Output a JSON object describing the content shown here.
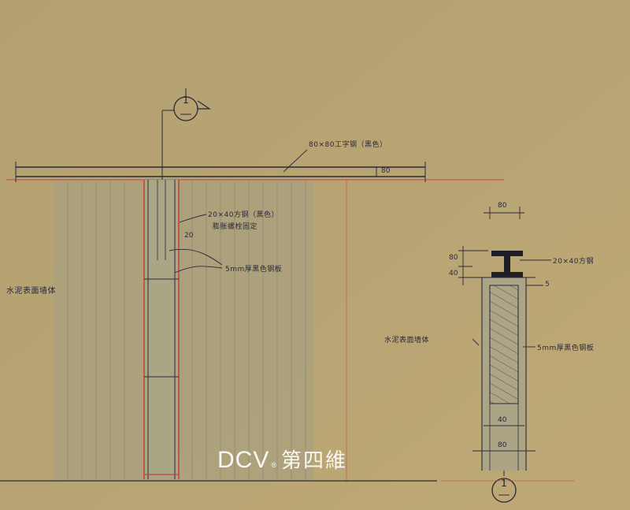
{
  "elevation": {
    "beam_note": "80×80工字钢（黑色）",
    "beam_dim": "80",
    "tube_note_line1": "20×40方钢（黑色）",
    "tube_note_line2": "膨胀螺栓固定",
    "gap_dim": "20",
    "plate_note": "5mm厚黑色钢板",
    "wall_note": "水泥表面墙体",
    "section_mark": "1"
  },
  "section": {
    "width_top_dim": "80",
    "height_dim_1": "80",
    "height_dim_2": "40",
    "tube_note": "20×40方钢",
    "plate_thickness_dim": "5",
    "plate_note": "5mm厚黑色钢板",
    "wall_note": "水泥表面墙体",
    "inner_width_dim": "40",
    "width_bottom_dim": "80",
    "section_mark": "1"
  },
  "watermark": {
    "latin": "DCV",
    "reg": "®",
    "cjk": "第四維"
  },
  "colors": {
    "paper": "#b9a374",
    "ink": "#2a2a3a",
    "red_line": "#c8453a"
  }
}
